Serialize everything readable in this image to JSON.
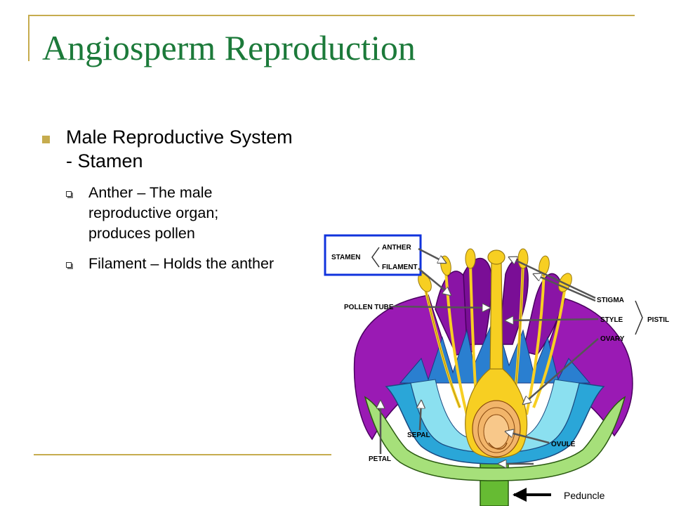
{
  "slide": {
    "title": "Angiosperm Reproduction",
    "bullet": "Male Reproductive System - Stamen",
    "subbullets": [
      "Anther – The male reproductive organ; produces pollen",
      "Filament – Holds the anther"
    ]
  },
  "diagram": {
    "labels": {
      "stamen": "STAMEN",
      "anther": "ANTHER",
      "filament": "FILAMENT",
      "pollen_tube": "POLLEN TUBE",
      "stigma": "STIGMA",
      "style": "STYLE",
      "pistil": "PISTIL",
      "ovary": "OVARY",
      "sepal": "SEPAL",
      "petal": "PETAL",
      "ovule": "OVULE",
      "peduncle": "Peduncle"
    },
    "colors": {
      "petal": "#9a1ab4",
      "petal_dark": "#6a0a80",
      "stamen": "#f7cf22",
      "sepal_outer": "#2aa6d8",
      "sepal_inner": "#8be0f0",
      "receptacle": "#a6e07a",
      "stem": "#66bb33",
      "ovary": "#f2b56a",
      "ovule": "#f8c88a",
      "highlight_box": "#1033dd",
      "frame": "#c6ac4e",
      "title": "#1c7a3a"
    }
  }
}
